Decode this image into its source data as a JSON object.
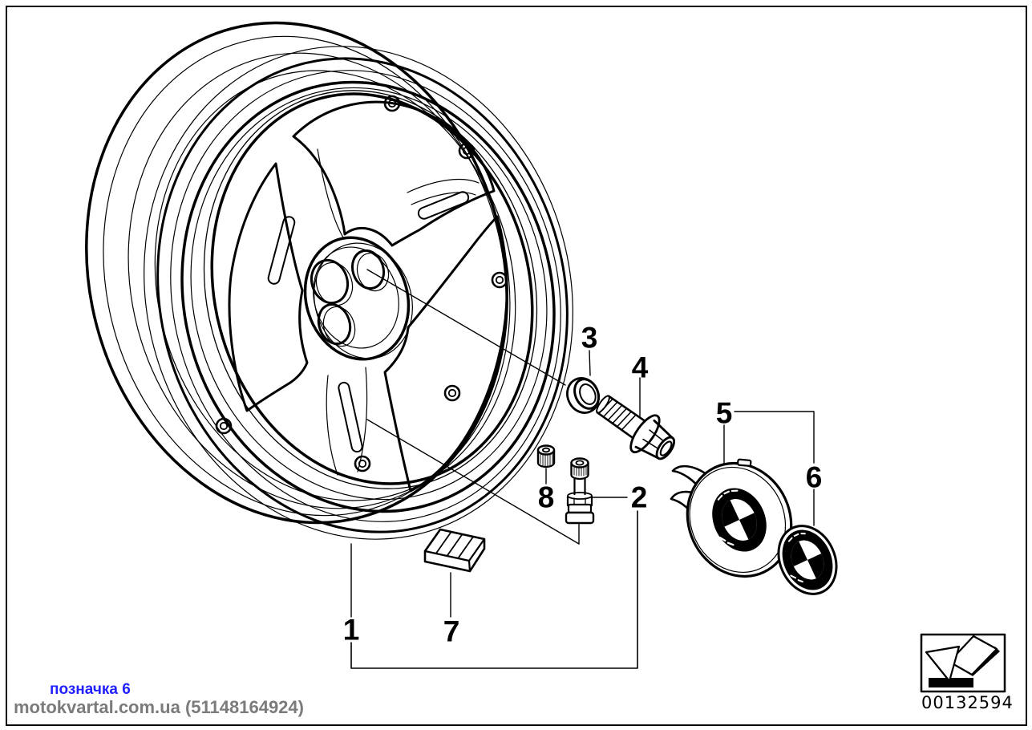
{
  "callouts": [
    "1",
    "2",
    "3",
    "4",
    "5",
    "6",
    "7",
    "8"
  ],
  "watermark": {
    "tag": "позначка 6",
    "site": "motokvartal.com.ua (51148164924)"
  },
  "doc_number": "00132594",
  "colors": {
    "line": "#000000",
    "background": "#ffffff",
    "watermark_tag_blue": "#2222ff",
    "watermark_site_gray": "#7b7b7b"
  },
  "icons": {
    "nav_arrow": "back-arrow-icon"
  }
}
